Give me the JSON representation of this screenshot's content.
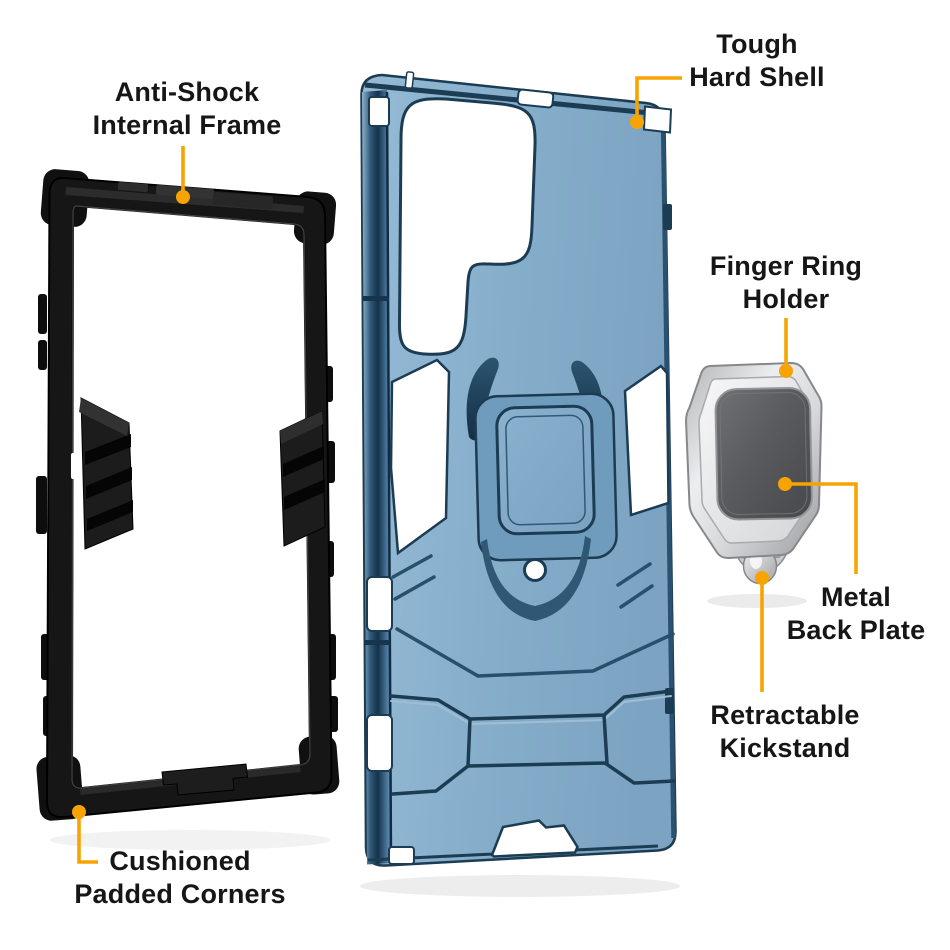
{
  "callouts": {
    "anti_shock": {
      "line1": "Anti-Shock",
      "line2": "Internal Frame"
    },
    "tough_shell": {
      "line1": "Tough",
      "line2": "Hard Shell"
    },
    "finger_ring": {
      "line1": "Finger Ring",
      "line2": "Holder"
    },
    "metal_plate": {
      "line1": "Metal",
      "line2": "Back Plate"
    },
    "kickstand": {
      "line1": "Retractable",
      "line2": "Kickstand"
    },
    "corners": {
      "line1": "Cushioned",
      "line2": "Padded Corners"
    }
  },
  "colors": {
    "background": "#FFFFFF",
    "callout_line": "#F7A402",
    "callout_text": "#161616",
    "case_shell": "#86AECB",
    "case_shell_dark": "#1C3C54",
    "internal_frame": "#161616",
    "ring_metal": "#D9DADC",
    "back_plate": "#56575A"
  }
}
